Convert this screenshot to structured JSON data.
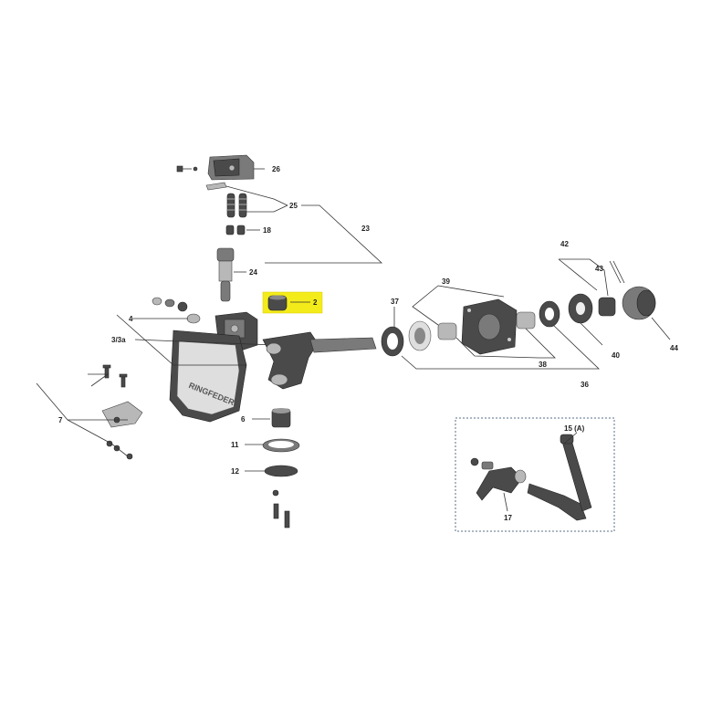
{
  "labels": {
    "l26": "26",
    "l25": "25",
    "l23": "23",
    "l18": "18",
    "l24": "24",
    "l2": "2",
    "l4": "4",
    "l3": "3/3a",
    "l7": "7",
    "l6": "6",
    "l11": "11",
    "l12": "12",
    "l37": "37",
    "l39": "39",
    "l38": "38",
    "l36": "36",
    "l42": "42",
    "l43": "43",
    "l40": "40",
    "l44": "44",
    "l15": "15 (A)",
    "l17": "17"
  },
  "logo_text": "RINGFEDER",
  "colors": {
    "highlight": "#f4ec1a",
    "parts": "#4a4a4a",
    "inset_border": "#5a6f8a"
  }
}
